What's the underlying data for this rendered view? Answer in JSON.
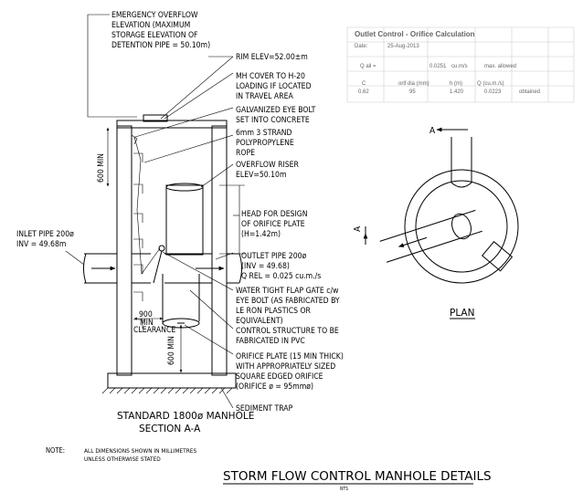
{
  "callouts": {
    "emergency_overflow": [
      "EMERGENCY OVERFLOW",
      "ELEVATION (MAXIMUM",
      "STORAGE ELEVATION OF",
      "DETENTION PIPE = 50.10m)"
    ],
    "rim_elev": [
      "RIM ELEV=52.00±m"
    ],
    "mh_cover": [
      "MH COVER TO H-20",
      "LOADING IF LOCATED",
      "IN TRAVEL AREA"
    ],
    "eye_bolt": [
      "GALVANIZED EYE BOLT",
      "SET INTO CONCRETE"
    ],
    "rope": [
      "6mm 3 STRAND",
      "POLYPROPYLENE",
      "ROPE"
    ],
    "overflow_riser": [
      "OVERFLOW RISER",
      "ELEV=50.10m"
    ],
    "head_design": [
      "HEAD FOR DESIGN",
      "OF ORIFICE PLATE",
      "(H=1.42m)"
    ],
    "inlet_pipe": [
      "INLET PIPE 200ø",
      "INV = 49.68m"
    ],
    "outlet_pipe": [
      "OUTLET PIPE 200ø",
      "(INV = 49.68)",
      "Q REL = 0.025 cu.m./s"
    ],
    "flap_gate": [
      "WATER TIGHT FLAP GATE c/w",
      "EYE BOLT (AS FABRICATED BY",
      "LE RON PLASTICS OR",
      "EQUIVALENT)"
    ],
    "control_structure": [
      "CONTROL STRUCTURE TO BE",
      "FABRICATED IN PVC"
    ],
    "orifice_plate": [
      "ORIFICE PLATE (15 MIN THICK)",
      "WITH APPROPRIATELY SIZED",
      "SQUARE EDGED ORIFICE",
      "(ORIFICE ø = 95mmø)"
    ],
    "sediment_trap": [
      "SEDIMENT TRAP"
    ]
  },
  "dimensions": {
    "top_clearance": "600 MIN",
    "side_clearance": "900",
    "min_clearance": [
      "MIN",
      "CLEARANCE"
    ],
    "bottom_clearance": "600 MIN"
  },
  "section_caption": [
    "STANDARD 1800ø MANHOLE",
    "SECTION A-A"
  ],
  "plan": {
    "label": "PLAN",
    "section_marker": "A"
  },
  "note": {
    "label": "NOTE:",
    "lines": [
      "ALL DIMENSIONS SHOWN IN MILLIMETRES",
      "UNLESS OTHERWISE STATED"
    ]
  },
  "title": "STORM FLOW CONTROL MANHOLE DETAILS",
  "scale": "NTS",
  "calc_table": {
    "title": "Outlet Control - Orifice Calculation",
    "date_label": "Date:",
    "date_value": "25-Aug-2013",
    "row1": [
      "Q all =",
      "0.0251",
      "cu.m/s",
      "max. allowed"
    ],
    "headers": [
      "C",
      "orif dia (mm)",
      "h (m)",
      "Q (cu.m./s)"
    ],
    "values": [
      "0.62",
      "95",
      "1.420",
      "0.0223",
      "obtained"
    ]
  },
  "colors": {
    "line": "#000000",
    "table_text": "#666666",
    "table_grid": "#cccccc"
  }
}
